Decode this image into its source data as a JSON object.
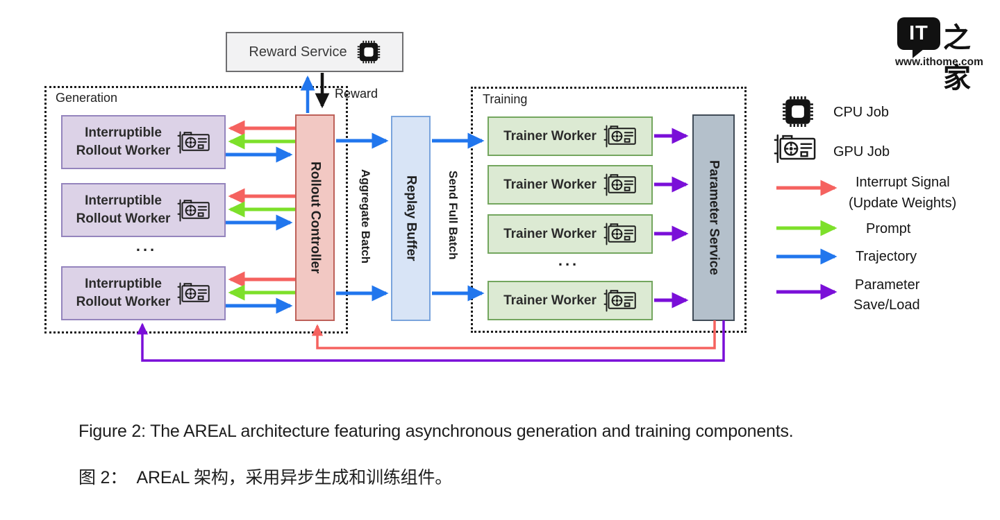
{
  "logo": {
    "bubble_text": "IT",
    "cn_text": "之家",
    "url": "www.ithome.com"
  },
  "diagram": {
    "reward_service_label": "Reward Service",
    "reward_arrow_label": "Reward",
    "generation": {
      "title": "Generation",
      "workers": [
        {
          "line1": "Interruptible",
          "line2": "Rollout Worker"
        },
        {
          "line1": "Interruptible",
          "line2": "Rollout Worker"
        },
        {
          "line1": "Interruptible",
          "line2": "Rollout Worker"
        }
      ],
      "ellipsis": "...",
      "controller_label": "Rollout Controller"
    },
    "flow_labels": {
      "aggregate": "Aggregate Batch",
      "send": "Send Full Batch"
    },
    "replay_buffer_label": "Replay Buffer",
    "training": {
      "title": "Training",
      "workers": [
        "Trainer Worker",
        "Trainer Worker",
        "Trainer Worker",
        "Trainer Worker"
      ],
      "ellipsis": "...",
      "parameter_service_label": "Parameter Service"
    },
    "legend": {
      "cpu_label": "CPU Job",
      "gpu_label": "GPU Job",
      "items": [
        {
          "line1": "Interrupt Signal",
          "line2": "(Update Weights)"
        },
        {
          "line1": "Prompt"
        },
        {
          "line1": "Trajectory"
        },
        {
          "line1": "Parameter",
          "line2": "Save/Load"
        }
      ]
    }
  },
  "caption": {
    "en": "Figure 2: The AREᴀL architecture featuring asynchronous generation and training components.",
    "zh": "图 2：  AREᴀL 架构，采用异步生成和训练组件。"
  },
  "colors": {
    "arrow-red": "#f5625f",
    "arrow-green": "#7de02a",
    "arrow-blue": "#2176ed",
    "arrow-purple": "#7a0fd8",
    "arrow-black": "#141414",
    "worker-fill": "#dcd2e7",
    "worker-border": "#9484bd",
    "controller-fill": "#f2c8c3",
    "controller-border": "#bd6058",
    "replay-fill": "#d8e4f6",
    "replay-border": "#7aa4dc",
    "trainer-fill": "#dcead3",
    "trainer-border": "#73a65e",
    "param-fill": "#b4c0cb",
    "param-border": "#404b57",
    "reward-fill": "#f2f2f3",
    "reward-border": "#6e6e70"
  }
}
